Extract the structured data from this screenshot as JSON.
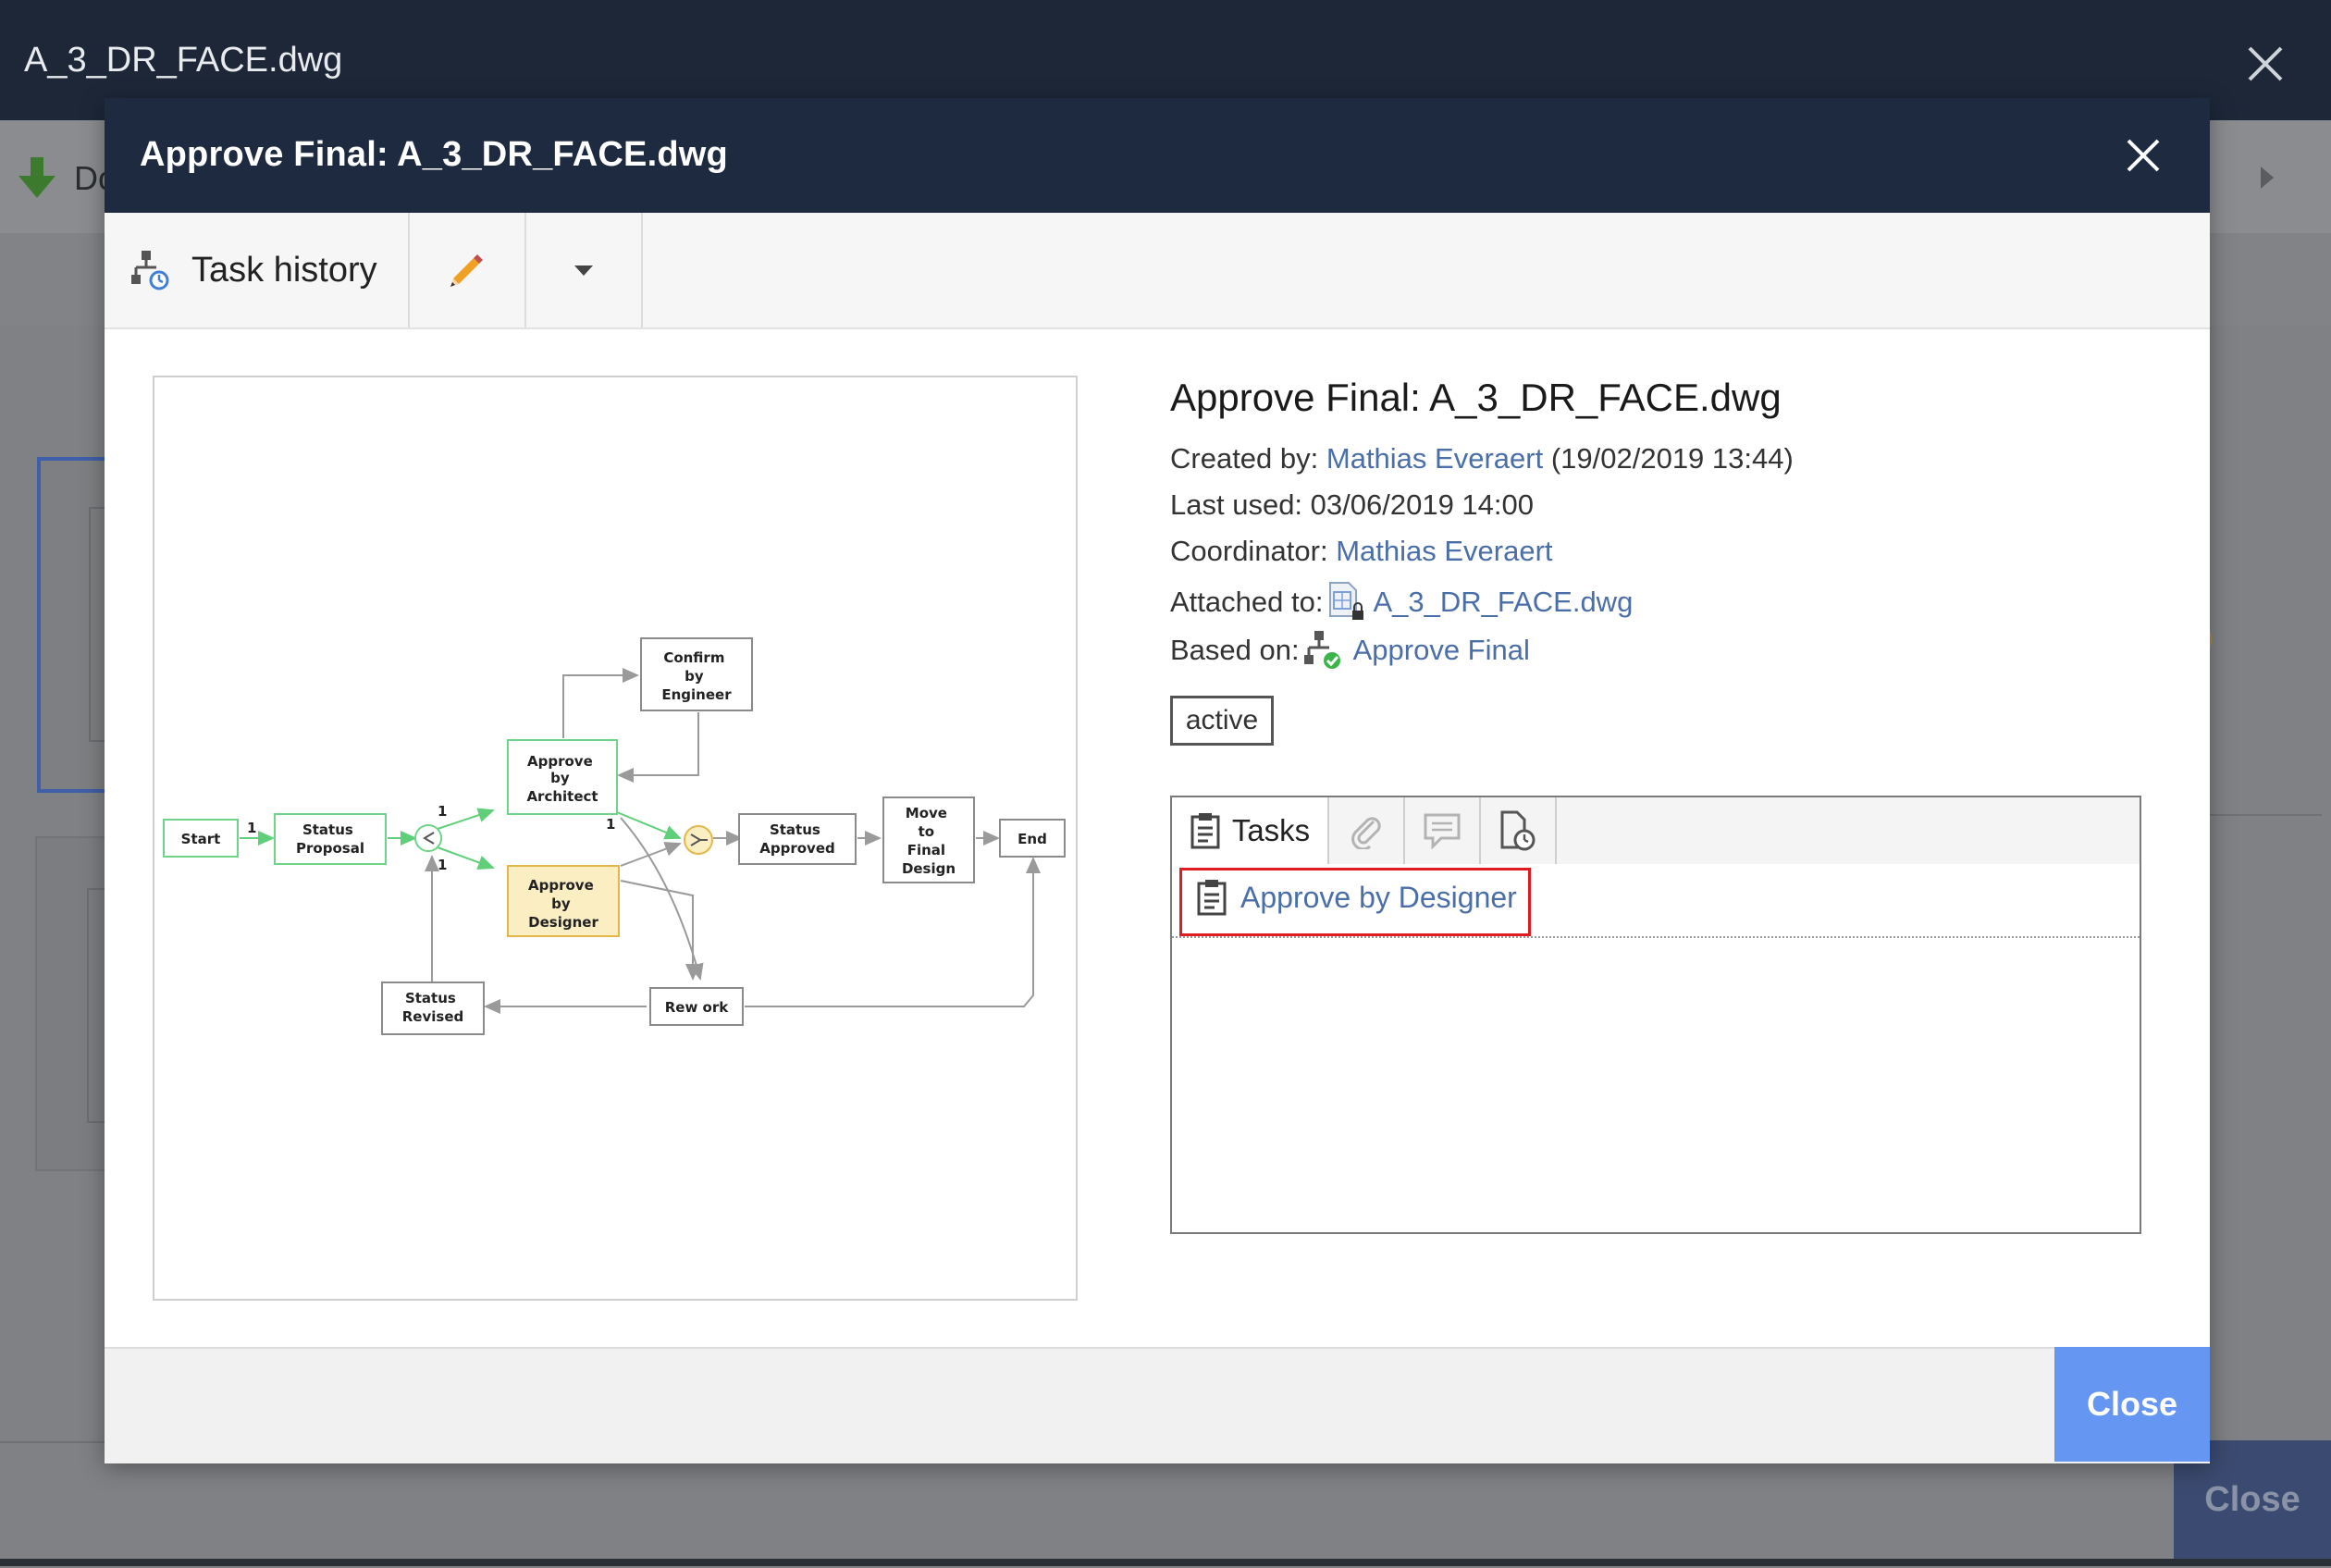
{
  "background": {
    "window_title": "A_3_DR_FACE.dwg",
    "toolbar_partial_label": "Do",
    "footer_close_label": "Close"
  },
  "modal": {
    "title": "Approve Final: A_3_DR_FACE.dwg",
    "toolbar": {
      "task_history_label": "Task history"
    },
    "details": {
      "title": "Approve Final: A_3_DR_FACE.dwg",
      "created_by_label": "Created by: ",
      "created_by_user": "Mathias Everaert",
      "created_at": "(19/02/2019 13:44)",
      "last_used_label": "Last used: ",
      "last_used": "03/06/2019 14:00",
      "coordinator_label": "Coordinator: ",
      "coordinator": "Mathias Everaert",
      "attached_to_label": "Attached to: ",
      "attached_to": "A_3_DR_FACE.dwg",
      "based_on_label": "Based on: ",
      "based_on": "Approve Final",
      "status": "active"
    },
    "tasks_panel": {
      "tabs": [
        {
          "label": "Tasks",
          "icon": "clipboard-icon",
          "active": true
        },
        {
          "label": "",
          "icon": "paperclip-icon",
          "active": false
        },
        {
          "label": "",
          "icon": "comment-icon",
          "active": false
        },
        {
          "label": "",
          "icon": "document-clock-icon",
          "active": false
        }
      ],
      "items": [
        {
          "label": "Approve by Designer",
          "icon": "clipboard-icon",
          "highlighted": true
        }
      ]
    },
    "footer": {
      "close_label": "Close"
    },
    "colors": {
      "header_bg": "#1e2a40",
      "link": "#4a6ea8",
      "close_button": "#6596f1",
      "highlight_border": "#e11b22",
      "done_node_border": "#6fd38a",
      "current_node_fill": "#fbeec3",
      "current_node_border": "#e3b84a"
    },
    "workflow": {
      "nodes": {
        "start": "Start",
        "status_proposal": [
          "Status",
          "Proposal"
        ],
        "approve_architect": [
          "Approve",
          "by",
          "Architect"
        ],
        "confirm_engineer": [
          "Confirm",
          "by",
          "Engineer"
        ],
        "approve_designer": [
          "Approve",
          "by",
          "Designer"
        ],
        "status_approved": [
          "Status",
          "Approved"
        ],
        "move_final_design": [
          "Move",
          "to",
          "Final",
          "Design"
        ],
        "end": "End",
        "status_revised": [
          "Status",
          "Revised"
        ],
        "rework": "Rew ork"
      },
      "edge_labels": {
        "start_out": "1",
        "split_top": "1",
        "split_bottom": "1",
        "architect_out": "1"
      }
    }
  }
}
